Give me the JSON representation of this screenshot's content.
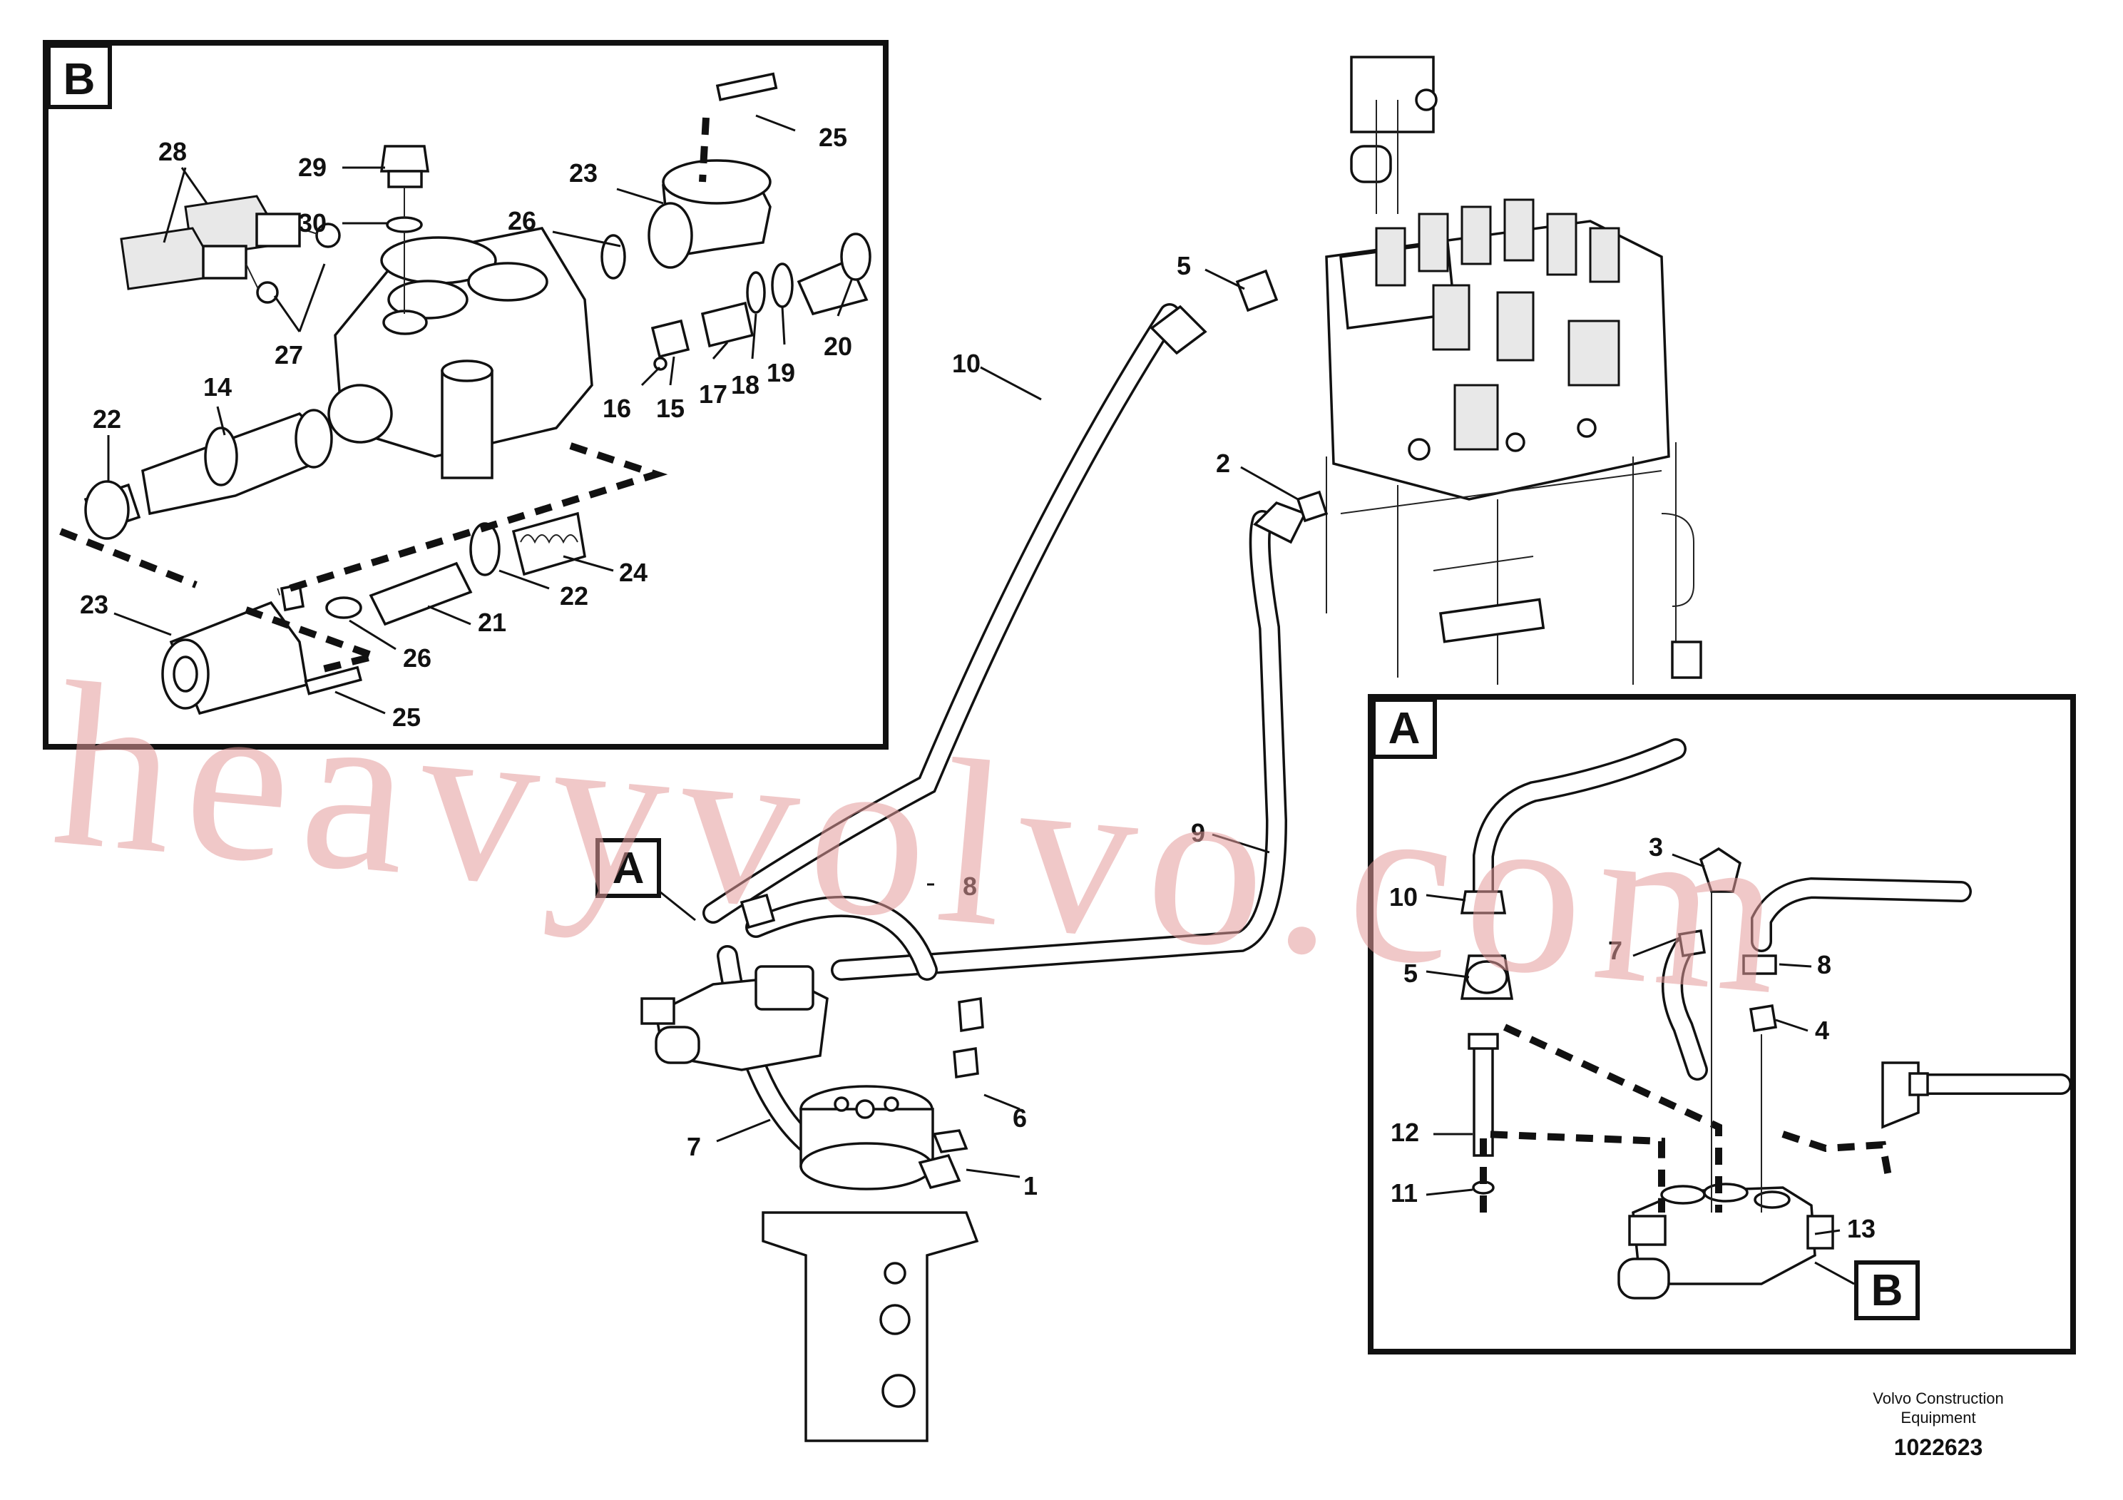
{
  "callouts": {
    "c1": "1",
    "c2": "2",
    "c3": "3",
    "c4": "4",
    "c5a": "5",
    "c5b": "5",
    "c6": "6",
    "c7a": "7",
    "c7b": "7",
    "c8a": "8",
    "c8b": "8",
    "c9": "9",
    "c10a": "10",
    "c10b": "10",
    "c11": "11",
    "c12": "12",
    "c13": "13",
    "c14": "14",
    "c15": "15",
    "c16": "16",
    "c17": "17",
    "c18": "18",
    "c19": "19",
    "c20": "20",
    "c21": "21",
    "c22a": "22",
    "c22b": "22",
    "c23a": "23",
    "c23b": "23",
    "c24": "24",
    "c25a": "25",
    "c25b": "25",
    "c26a": "26",
    "c26b": "26",
    "c27": "27",
    "c28": "28",
    "c29": "29",
    "c30": "30"
  },
  "tags": {
    "detail_b_box": "B",
    "detail_a_box": "A",
    "ref_a": "A",
    "ref_b": "B"
  },
  "watermark": "heavyvolvo.com",
  "footer": {
    "company_line1": "Volvo Construction",
    "company_line2": "Equipment",
    "drawing_number": "1022623"
  }
}
